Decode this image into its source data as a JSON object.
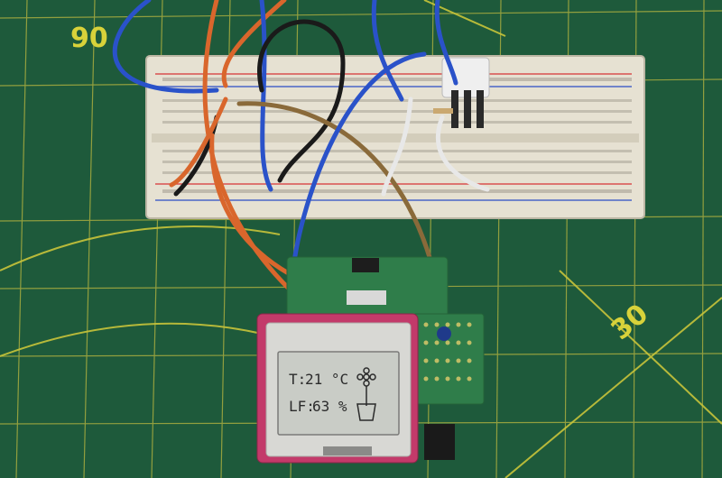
{
  "mat": {
    "ruler_numbers": [
      "90",
      "30"
    ]
  },
  "lcd": {
    "temp_label": "T:",
    "temp_value": "21 °C",
    "humidity_label": "LF:",
    "humidity_value": "63 %"
  },
  "colors": {
    "mat_green": "#1f5a3c",
    "grid_line": "#c8c43a",
    "breadboard": "#e6e1d2",
    "pcb_green": "#2f7d4a",
    "lcd_screen": "#c9ccc6",
    "wire_blue": "#2a52c9",
    "wire_orange": "#d9662c",
    "wire_black": "#1a1a1a",
    "wire_brown": "#8a6a3a",
    "wire_white": "#e8e8e8"
  }
}
